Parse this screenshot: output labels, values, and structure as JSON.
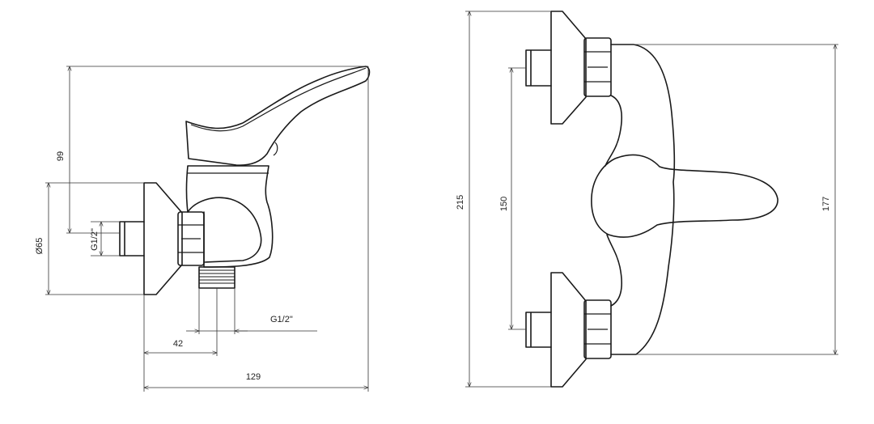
{
  "side_view": {
    "dim_height_handle": "99",
    "dim_diameter": "Ø65",
    "dim_inlet_thread": "G1/2\"",
    "dim_outlet_thread": "G1/2\"",
    "dim_offset": "42",
    "dim_depth": "129"
  },
  "front_view": {
    "dim_total_height": "215",
    "dim_center_spacing": "150",
    "dim_body_height": "177"
  },
  "colors": {
    "line": "#1a1a1a",
    "background": "#ffffff"
  }
}
